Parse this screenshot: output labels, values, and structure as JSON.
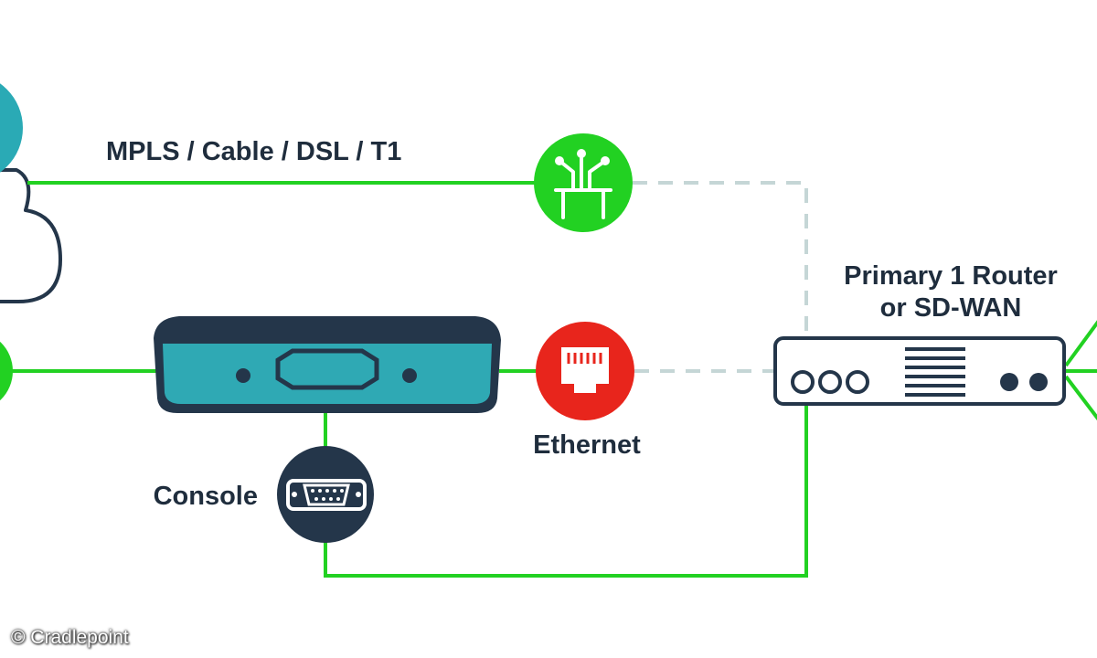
{
  "labels": {
    "wan_link": "MPLS / Cable / DSL / T1",
    "primary_router_line1": "Primary 1 Router",
    "primary_router_line2": "or SD-WAN",
    "ethernet": "Ethernet",
    "console": "Console"
  },
  "credit": "© Cradlepoint",
  "icons": {
    "modem": "fiber-modem-icon",
    "ethernet": "ethernet-port-icon",
    "console": "serial-console-port-icon",
    "cloud": "cloud-icon",
    "device": "cradlepoint-router-device",
    "router": "primary-router-device"
  },
  "colors": {
    "line_green": "#22d122",
    "dashed_line": "#c5d6d6",
    "ethernet_red": "#e8251c",
    "device_teal": "#2fa9b4",
    "navy": "#24364a",
    "cloud_teal": "#2aaab5"
  }
}
